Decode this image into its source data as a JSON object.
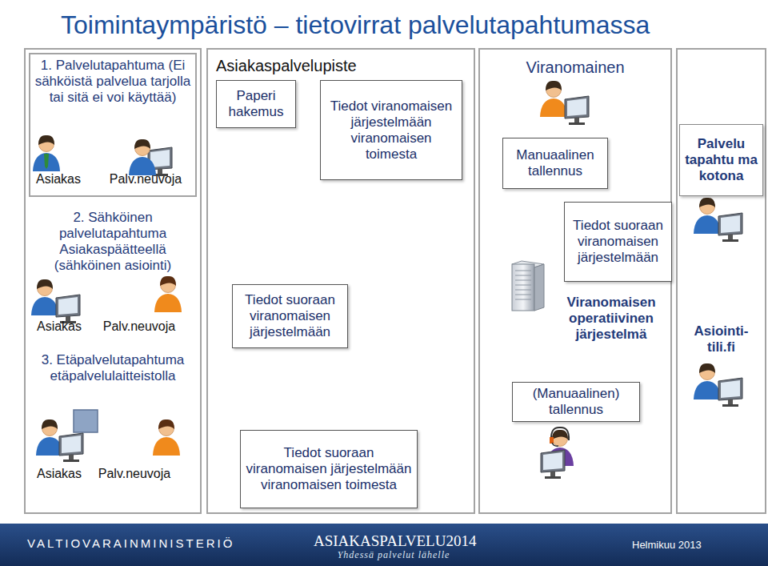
{
  "diagram": {
    "title": "Toimintaympäristö – tietovirrat palvelutapahtumassa",
    "nodes": [
      {
        "text": [
          "2. Sähköinen palvelutapahtuma Asiakaspäätteellä (sähköinen asiointi)",
          "Asiakas",
          "Palv.neuvoja",
          "3. Etäpalvelutapahtuma etäpalvelulaitteistolla",
          "Asiakas",
          "Palv.neuvoja"
        ]
      },
      {
        "text": [
          "1. Palvelutapahtuma (Ei sähköistä palvelua tarjolla tai sitä ei voi käyttää)",
          "Asiakas",
          "Palv.neuvoja"
        ],
        "in": 0
      },
      {
        "text": [
          "Asiakaspalvelupiste"
        ]
      },
      {
        "text": [
          "Paperi hakemus"
        ],
        "in": 2
      },
      {
        "text": [
          "Tiedot viranomaisen järjestelmään viranomaisen toimesta"
        ],
        "in": 2
      },
      {
        "text": [
          "Tiedot suoraan viranomaisen järjestelmään"
        ],
        "in": 2
      },
      {
        "text": [
          "Tiedot suoraan viranomaisen järjestelmään viranomaisen toimesta"
        ],
        "in": 2
      },
      {
        "text": [
          "Viranomainen"
        ]
      },
      {
        "text": [
          "Manuaalinen tallennus"
        ],
        "in": 7
      },
      {
        "text": [
          "Tiedot suoraan viranomaisen järjestelmään"
        ],
        "in": 7
      },
      {
        "text": [
          "(Manuaalinen) tallennus"
        ],
        "in": 7
      },
      {
        "text": [
          "Asiointi-tili.fi"
        ]
      },
      {
        "text": [
          "Palvelu tapahtu ma kotona"
        ],
        "in": 11
      }
    ],
    "labels": [
      "Viranomaisen operatiivinen järjestelmä",
      "VALTIOVARAINMINISTERIÖ",
      "ASIAKASPALVELU2014",
      "Yhdessä palvelut lähelle",
      "Helmikuu 2013"
    ]
  }
}
